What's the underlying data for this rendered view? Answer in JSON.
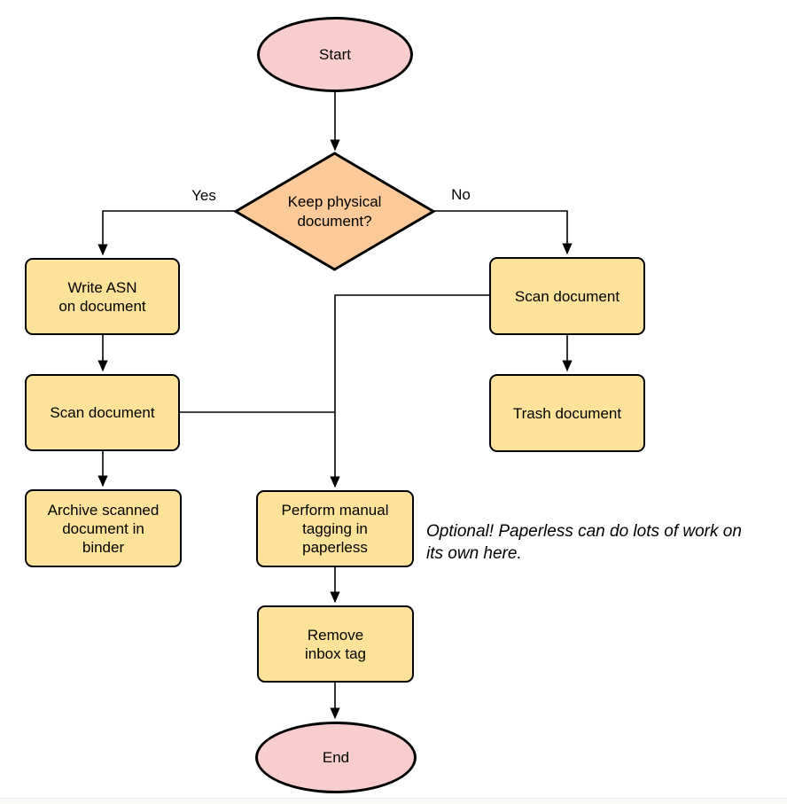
{
  "flowchart": {
    "nodes": {
      "start": {
        "label": "Start",
        "shape": "terminator"
      },
      "keep_physical": {
        "label": "Keep physical\ndocument?",
        "shape": "decision"
      },
      "write_asn": {
        "label": "Write ASN\non document",
        "shape": "process"
      },
      "scan_document_left": {
        "label": "Scan document",
        "shape": "process"
      },
      "archive_binder": {
        "label": "Archive scanned\ndocument in\nbinder",
        "shape": "process"
      },
      "scan_document_right": {
        "label": "Scan document",
        "shape": "process"
      },
      "trash_document": {
        "label": "Trash document",
        "shape": "process"
      },
      "manual_tagging": {
        "label": "Perform manual\ntagging in\npaperless",
        "shape": "process"
      },
      "remove_inbox_tag": {
        "label": "Remove\ninbox tag",
        "shape": "process"
      },
      "end": {
        "label": "End",
        "shape": "terminator"
      }
    },
    "edge_labels": {
      "yes": "Yes",
      "no": "No"
    },
    "edges": [
      {
        "from": "start",
        "to": "keep_physical",
        "label": ""
      },
      {
        "from": "keep_physical",
        "to": "write_asn",
        "label": "Yes"
      },
      {
        "from": "keep_physical",
        "to": "scan_document_right",
        "label": "No"
      },
      {
        "from": "write_asn",
        "to": "scan_document_left",
        "label": ""
      },
      {
        "from": "scan_document_left",
        "to": "archive_binder",
        "label": ""
      },
      {
        "from": "scan_document_left",
        "to": "manual_tagging",
        "label": ""
      },
      {
        "from": "scan_document_right",
        "to": "trash_document",
        "label": ""
      },
      {
        "from": "scan_document_right",
        "to": "manual_tagging",
        "label": ""
      },
      {
        "from": "manual_tagging",
        "to": "remove_inbox_tag",
        "label": ""
      },
      {
        "from": "remove_inbox_tag",
        "to": "end",
        "label": ""
      }
    ],
    "annotation": "Optional! Paperless can do lots of work on\nits own here.",
    "colors": {
      "terminator_fill": "#F9CDCD",
      "decision_fill": "#FCCA98",
      "process_fill": "#FDE399",
      "stroke": "#000000"
    }
  }
}
